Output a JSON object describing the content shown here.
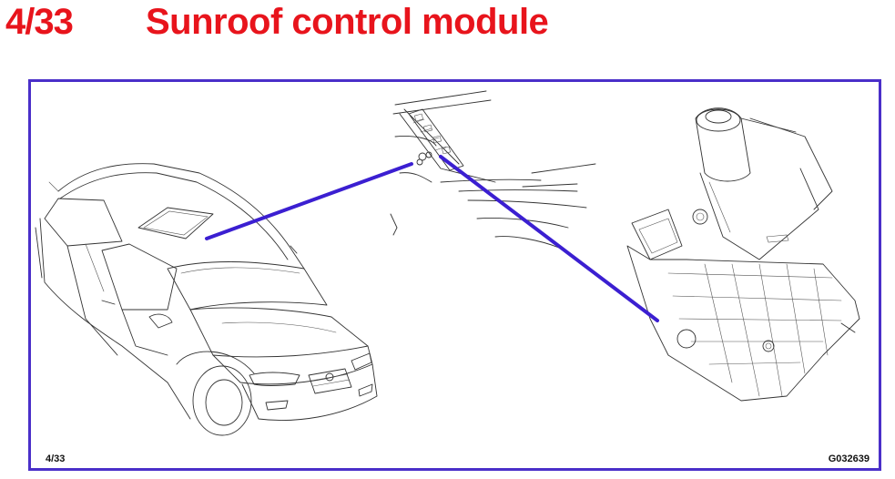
{
  "header": {
    "page_number": "4/33",
    "title": "Sunroof control module"
  },
  "figure": {
    "page_ref": "4/33",
    "figure_code": "G032639"
  },
  "colors": {
    "title": "#e8141c",
    "frame": "#4a2fc9",
    "pointer": "#3b1fd1"
  }
}
